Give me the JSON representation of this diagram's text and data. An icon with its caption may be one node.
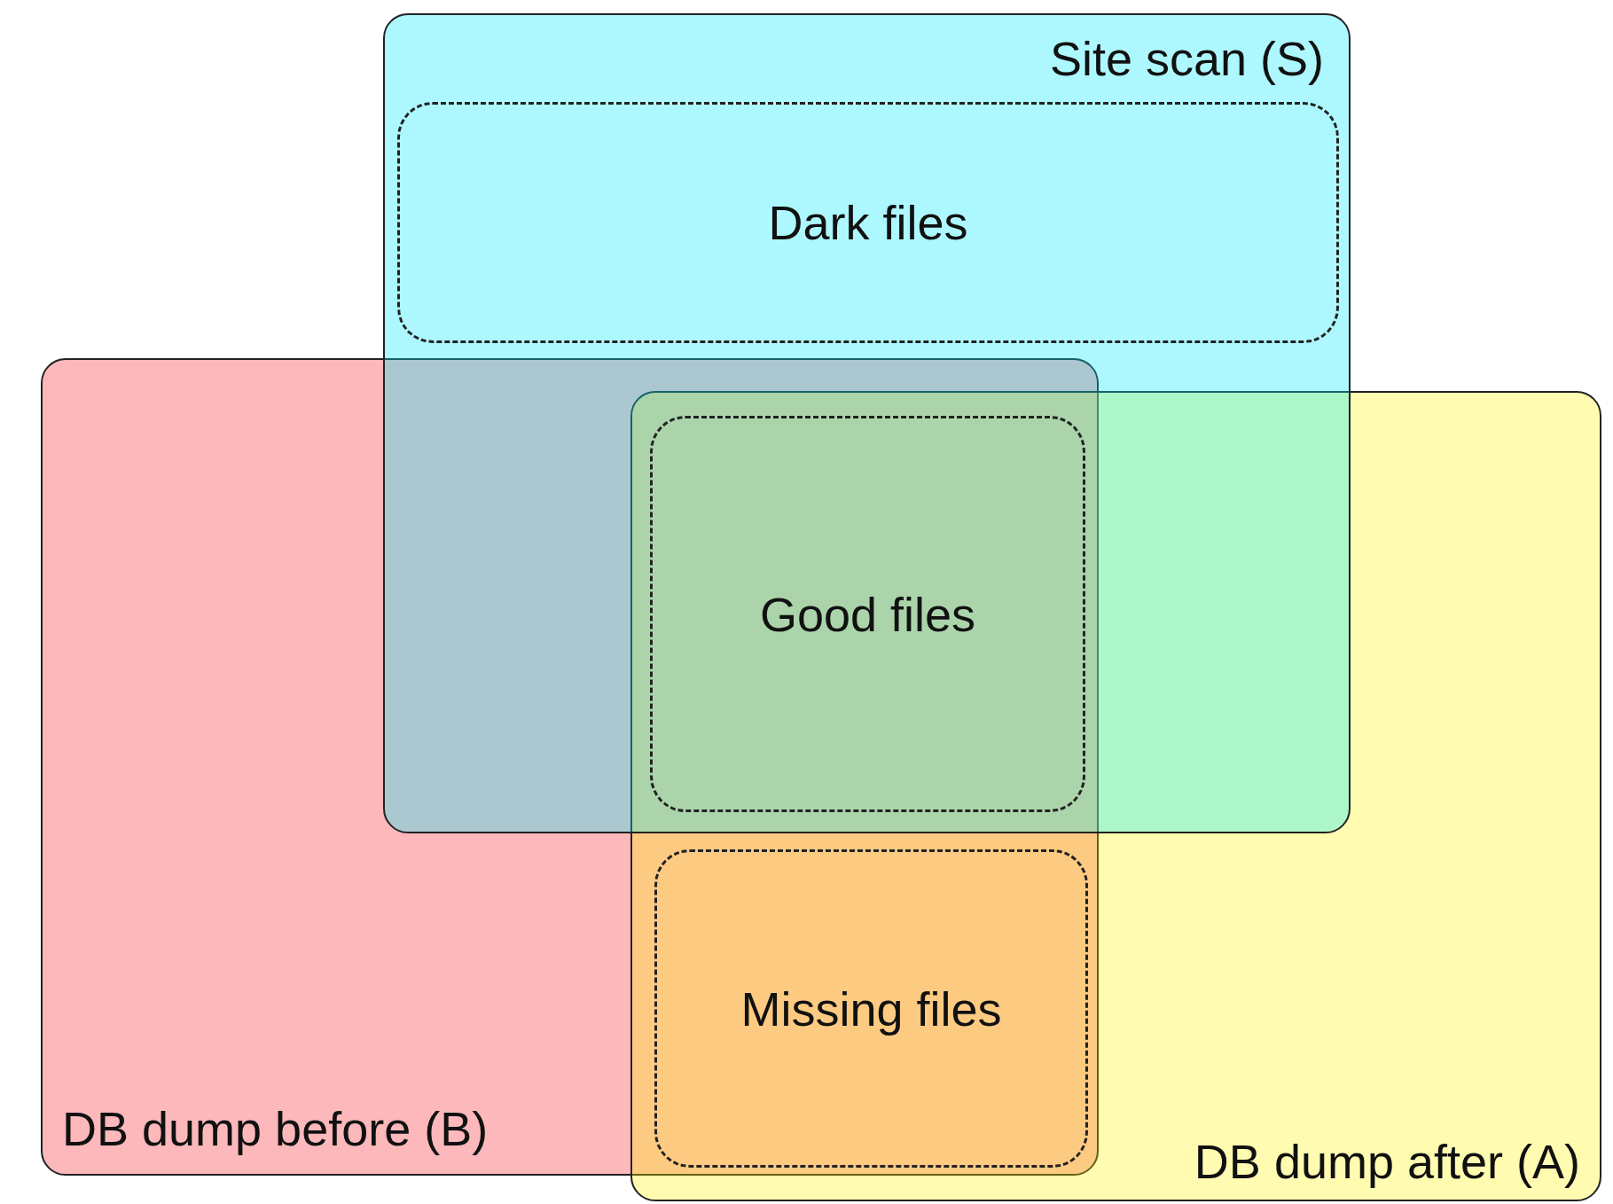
{
  "diagram": {
    "nodes": [
      {
        "text": [
          "Site scan (S)"
        ]
      },
      {
        "text": [
          "Dark files"
        ],
        "in": 0
      },
      {
        "text": [
          "DB dump before (B)"
        ]
      },
      {
        "text": [
          "DB dump after (A)"
        ]
      },
      {
        "text": [
          "Good files"
        ]
      },
      {
        "text": [
          "Missing files"
        ]
      }
    ]
  }
}
